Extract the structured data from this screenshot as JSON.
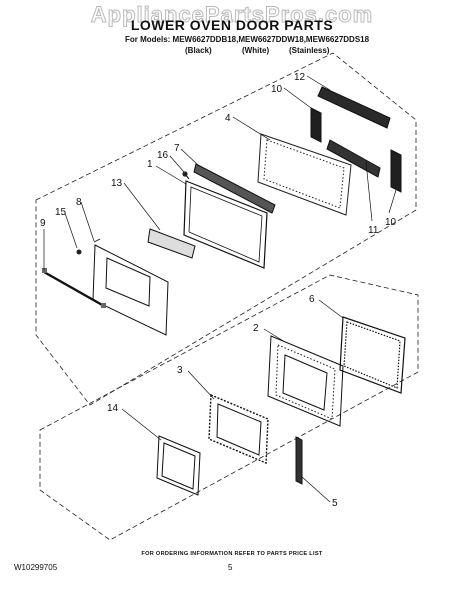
{
  "header": {
    "watermark": "AppliancePartsPros.com",
    "title": "LOWER OVEN DOOR PARTS",
    "models_line": "For Models: MEW6627DDB18,MEW6627DDW18,MEW6627DDS18",
    "variants": [
      "(Black)",
      "(White)",
      "(Stainless)"
    ]
  },
  "callouts": [
    "12",
    "10",
    "4",
    "7",
    "16",
    "1",
    "13",
    "8",
    "15",
    "9",
    "11",
    "10",
    "6",
    "2",
    "3",
    "14",
    "5"
  ],
  "footer": {
    "ordering_note": "FOR ORDERING INFORMATION REFER TO PARTS PRICE LIST",
    "doc_number": "W10299705",
    "page_number": "5"
  }
}
